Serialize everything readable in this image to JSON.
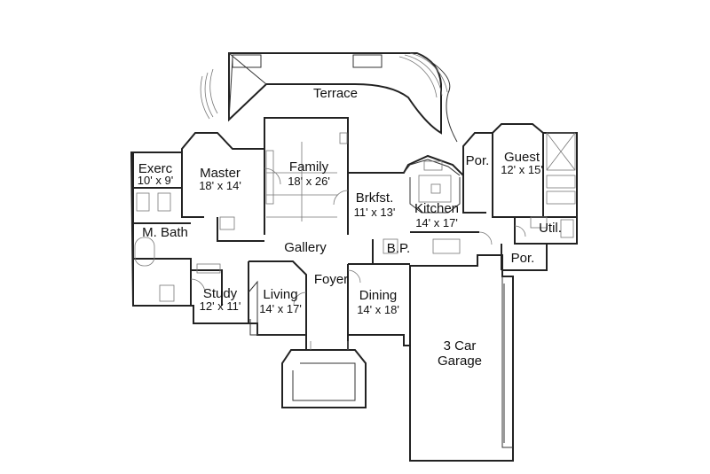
{
  "plan": {
    "rooms": [
      {
        "key": "terrace",
        "name": "Terrace",
        "dims": ""
      },
      {
        "key": "exerc",
        "name": "Exerc",
        "dims": "10' x 9'"
      },
      {
        "key": "master",
        "name": "Master",
        "dims": "18' x 14'"
      },
      {
        "key": "family",
        "name": "Family",
        "dims": "18' x 26'"
      },
      {
        "key": "brkfst",
        "name": "Brkfst.",
        "dims": "11' x 13'"
      },
      {
        "key": "kitchen",
        "name": "Kitchen",
        "dims": "14' x 17'"
      },
      {
        "key": "por1",
        "name": "Por.",
        "dims": ""
      },
      {
        "key": "guest",
        "name": "Guest",
        "dims": "12' x 15'"
      },
      {
        "key": "util",
        "name": "Util.",
        "dims": ""
      },
      {
        "key": "por2",
        "name": "Por.",
        "dims": ""
      },
      {
        "key": "mbath",
        "name": "M. Bath",
        "dims": ""
      },
      {
        "key": "gallery",
        "name": "Gallery",
        "dims": ""
      },
      {
        "key": "bp",
        "name": "B.P.",
        "dims": ""
      },
      {
        "key": "study",
        "name": "Study",
        "dims": "12' x 11'"
      },
      {
        "key": "living",
        "name": "Living",
        "dims": "14' x 17'"
      },
      {
        "key": "foyer",
        "name": "Foyer",
        "dims": ""
      },
      {
        "key": "dining",
        "name": "Dining",
        "dims": "14' x 18'"
      },
      {
        "key": "garage",
        "name": "3 Car",
        "dims": "Garage"
      }
    ]
  }
}
